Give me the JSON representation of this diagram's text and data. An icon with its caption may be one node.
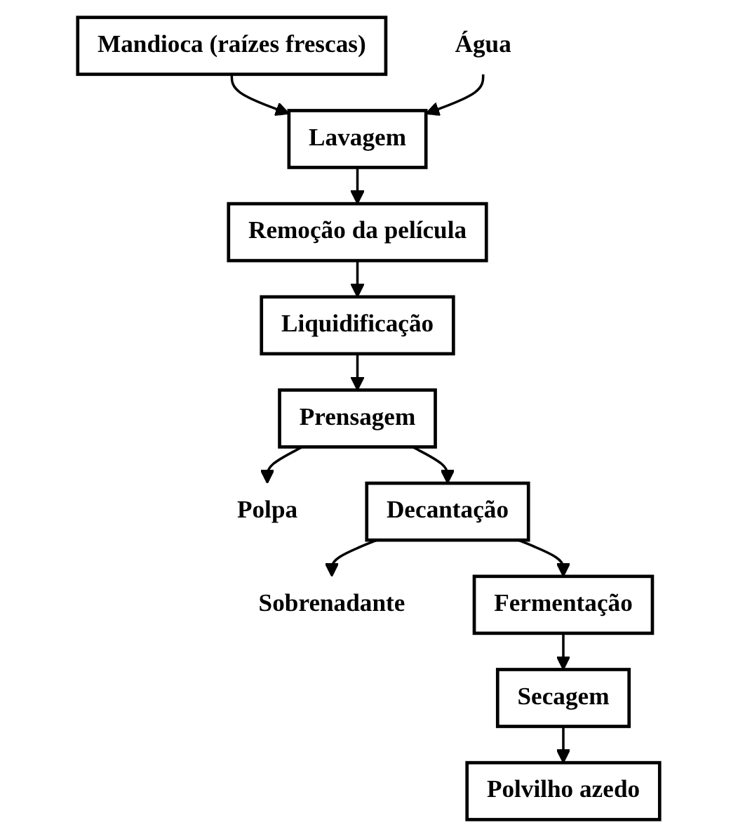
{
  "diagram": {
    "nodes": [
      {
        "text": [
          "Mandioca (raízes frescas)"
        ]
      },
      {
        "text": [
          "Água"
        ]
      },
      {
        "text": [
          "Lavagem"
        ]
      },
      {
        "text": [
          "Remoção da película"
        ]
      },
      {
        "text": [
          "Liquidificação"
        ]
      },
      {
        "text": [
          "Prensagem"
        ]
      },
      {
        "text": [
          "Polpa"
        ]
      },
      {
        "text": [
          "Decantação"
        ]
      },
      {
        "text": [
          "Sobrenadante"
        ]
      },
      {
        "text": [
          "Fermentação"
        ]
      },
      {
        "text": [
          "Secagem"
        ]
      },
      {
        "text": [
          "Polvilho azedo"
        ]
      }
    ],
    "edges": [
      {
        "from": 0,
        "to": 2,
        "arrow": "to"
      },
      {
        "from": 1,
        "to": 2,
        "arrow": "to"
      },
      {
        "from": 2,
        "to": 3,
        "arrow": "to"
      },
      {
        "from": 3,
        "to": 4,
        "arrow": "to"
      },
      {
        "from": 4,
        "to": 5,
        "arrow": "to"
      },
      {
        "from": 5,
        "to": 6,
        "arrow": "to"
      },
      {
        "from": 5,
        "to": 7,
        "arrow": "to"
      },
      {
        "from": 7,
        "to": 8,
        "arrow": "to"
      },
      {
        "from": 7,
        "to": 9,
        "arrow": "to"
      },
      {
        "from": 9,
        "to": 10,
        "arrow": "to"
      },
      {
        "from": 10,
        "to": 11,
        "arrow": "to"
      }
    ]
  }
}
